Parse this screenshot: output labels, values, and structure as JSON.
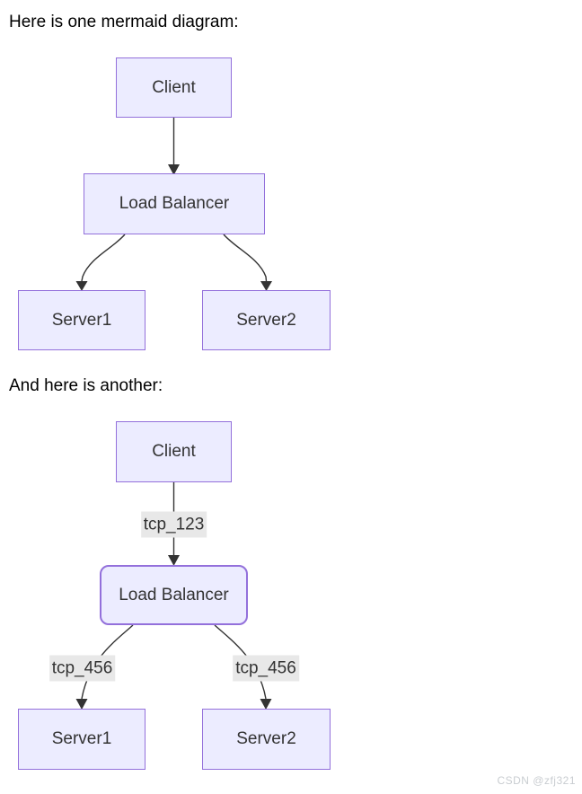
{
  "page": {
    "intro_text_1": "Here is one mermaid diagram:",
    "intro_text_2": "And here is another:",
    "watermark": "CSDN @zfj321"
  },
  "colors": {
    "node_fill": "#ECECFF",
    "node_border": "#9370DB",
    "node_text": "#333333",
    "edge_line": "#333333",
    "edge_label_bg": "#e8e8e8",
    "edge_label_text": "#333333",
    "watermark_text": "#c9cdd1",
    "page_background": "#ffffff"
  },
  "diagram1": {
    "type": "mermaid-flowchart",
    "direction": "top-down",
    "nodes": [
      {
        "id": "client",
        "label": "Client",
        "shape": "rect"
      },
      {
        "id": "lb",
        "label": "Load Balancer",
        "shape": "rect"
      },
      {
        "id": "server1",
        "label": "Server1",
        "shape": "rect"
      },
      {
        "id": "server2",
        "label": "Server2",
        "shape": "rect"
      }
    ],
    "edges": [
      {
        "from": "client",
        "to": "lb",
        "label": ""
      },
      {
        "from": "lb",
        "to": "server1",
        "label": ""
      },
      {
        "from": "lb",
        "to": "server2",
        "label": ""
      }
    ]
  },
  "diagram2": {
    "type": "mermaid-flowchart",
    "direction": "top-down",
    "nodes": [
      {
        "id": "client",
        "label": "Client",
        "shape": "rect"
      },
      {
        "id": "lb",
        "label": "Load Balancer",
        "shape": "rounded"
      },
      {
        "id": "server1",
        "label": "Server1",
        "shape": "rect"
      },
      {
        "id": "server2",
        "label": "Server2",
        "shape": "rect"
      }
    ],
    "edges": [
      {
        "from": "client",
        "to": "lb",
        "label": "tcp_123"
      },
      {
        "from": "lb",
        "to": "server1",
        "label": "tcp_456"
      },
      {
        "from": "lb",
        "to": "server2",
        "label": "tcp_456"
      }
    ]
  }
}
